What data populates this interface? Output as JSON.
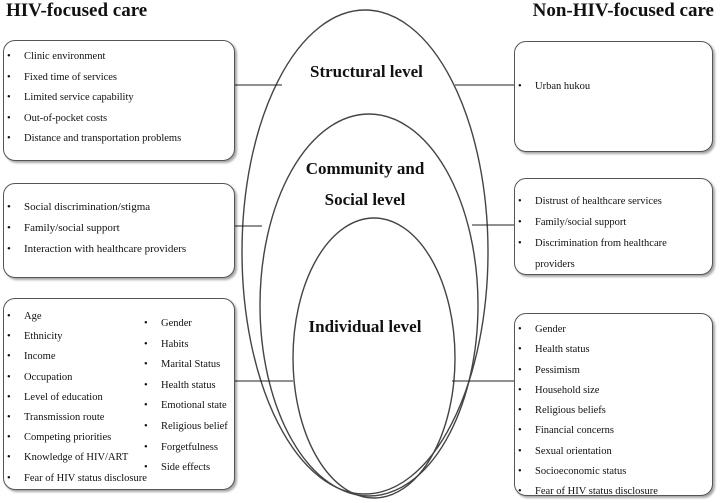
{
  "headers": {
    "left": "HIV-focused care",
    "right": "Non-HIV-focused care"
  },
  "levels": {
    "structural": "Structural level",
    "community_line1": "Community and",
    "community_line2": "Social level",
    "individual": "Individual level"
  },
  "hiv_focused": {
    "structural": [
      "Clinic environment",
      "Fixed time of services",
      "Limited service capability",
      "Out-of-pocket costs",
      "Distance and transportation problems"
    ],
    "community": [
      "Social discrimination/stigma",
      "Family/social support",
      "Interaction with healthcare providers"
    ],
    "individual_col1": [
      "Age",
      "Ethnicity",
      "Income",
      "Occupation",
      "Level of education",
      "Transmission route",
      "Competing priorities",
      "Knowledge of HIV/ART",
      "Fear of HIV status disclosure"
    ],
    "individual_col2": [
      "Gender",
      "Habits",
      "Marital Status",
      "Health status",
      "Emotional state",
      "Religious belief",
      "Forgetfulness",
      "Side effects"
    ]
  },
  "non_hiv_focused": {
    "structural": [
      "Urban hukou"
    ],
    "community": [
      "Distrust of healthcare services",
      "Family/social support",
      "Discrimination from healthcare providers"
    ],
    "individual": [
      "Gender",
      "Health status",
      "Pessimism",
      "Household size",
      "Religious beliefs",
      "Financial concerns",
      "Sexual orientation",
      "Socioeconomic status",
      "Fear of HIV status disclosure"
    ]
  }
}
